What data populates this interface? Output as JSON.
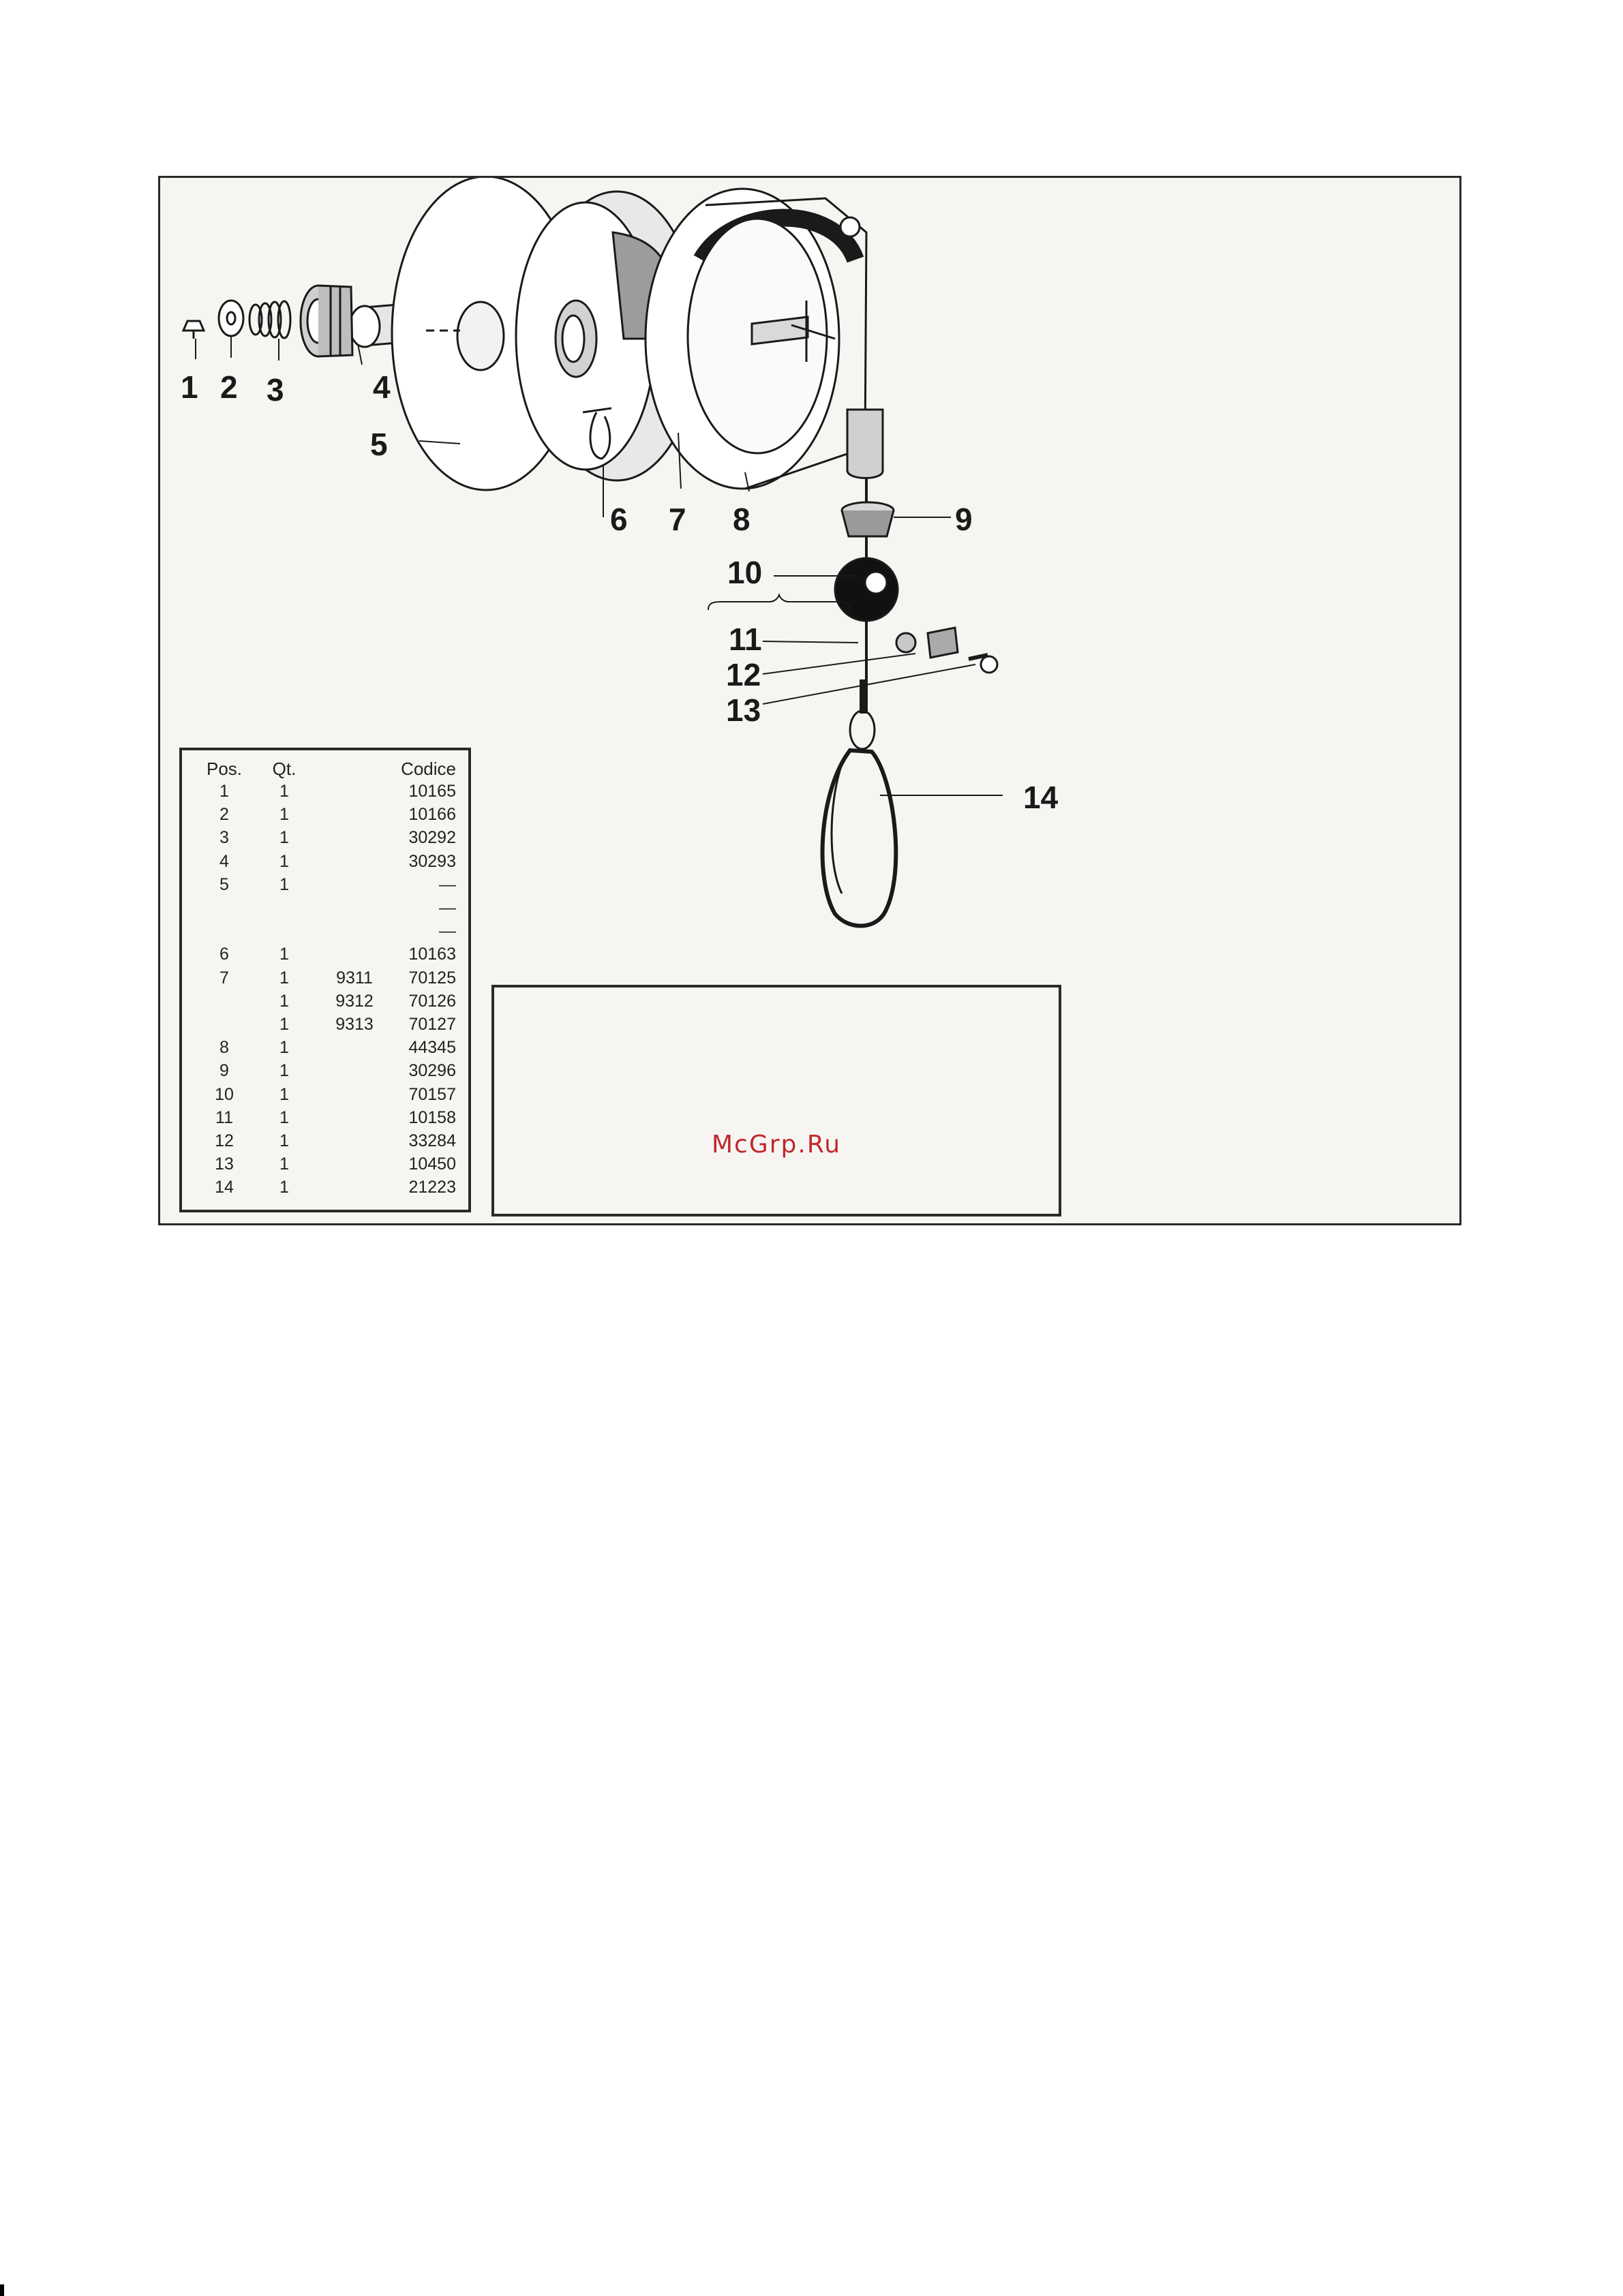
{
  "callouts": [
    "1",
    "2",
    "3",
    "4",
    "5",
    "6",
    "7",
    "8",
    "9",
    "10",
    "11",
    "12",
    "13",
    "14"
  ],
  "table": {
    "headers": {
      "pos": "Pos.",
      "qt": "Qt.",
      "var": "",
      "code": "Codice"
    },
    "rows": [
      {
        "pos": "1",
        "qt": "1",
        "var": "",
        "code": "10165"
      },
      {
        "pos": "2",
        "qt": "1",
        "var": "",
        "code": "10166"
      },
      {
        "pos": "3",
        "qt": "1",
        "var": "",
        "code": "30292"
      },
      {
        "pos": "4",
        "qt": "1",
        "var": "",
        "code": "30293"
      },
      {
        "pos": "5",
        "qt": "1",
        "var": "",
        "code": "—"
      },
      {
        "pos": "",
        "qt": "",
        "var": "",
        "code": "—"
      },
      {
        "pos": "",
        "qt": "",
        "var": "",
        "code": "—"
      },
      {
        "pos": "6",
        "qt": "1",
        "var": "",
        "code": "10163"
      },
      {
        "pos": "7",
        "qt": "1",
        "var": "9311",
        "code": "70125"
      },
      {
        "pos": "",
        "qt": "1",
        "var": "9312",
        "code": "70126"
      },
      {
        "pos": "",
        "qt": "1",
        "var": "9313",
        "code": "70127"
      },
      {
        "pos": "8",
        "qt": "1",
        "var": "",
        "code": "44345"
      },
      {
        "pos": "9",
        "qt": "1",
        "var": "",
        "code": "30296"
      },
      {
        "pos": "10",
        "qt": "1",
        "var": "",
        "code": "70157"
      },
      {
        "pos": "11",
        "qt": "1",
        "var": "",
        "code": "10158"
      },
      {
        "pos": "12",
        "qt": "1",
        "var": "",
        "code": "33284"
      },
      {
        "pos": "13",
        "qt": "1",
        "var": "",
        "code": "10450"
      },
      {
        "pos": "14",
        "qt": "1",
        "var": "",
        "code": "21223"
      }
    ]
  },
  "watermark": "McGrp.Ru",
  "colors": {
    "ink": "#1a1a1a",
    "paper": "#f6f5f2",
    "watermark": "#c0282d"
  }
}
